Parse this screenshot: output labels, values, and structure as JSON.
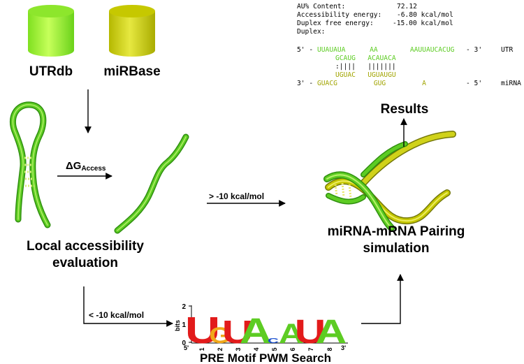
{
  "colors": {
    "green": "#5dcc23",
    "green_dark": "#2f8f0f",
    "green_light": "#b7f26a",
    "olive": "#a1a400",
    "olive_dark": "#74780a",
    "olive_light": "#e1e13e",
    "logo_red": "#e21b1b",
    "logo_orange": "#f0a81a",
    "logo_blue": "#1a4fd0"
  },
  "databases": {
    "utr": "UTRdb",
    "mirbase": "miRBase"
  },
  "steps": {
    "local_access_line1": "Local accessibility",
    "local_access_line2": "evaluation",
    "pairing_line1": "miRNA-mRNA Pairing",
    "pairing_line2": "simulation",
    "results": "Results",
    "pre_motif": "PRE Motif PWM Search"
  },
  "arrows": {
    "delta_g_main": "ΔG",
    "delta_g_sub": "Access",
    "above_threshold": "> -10 kcal/mol",
    "below_threshold": "< -10 kcal/mol"
  },
  "results_text": {
    "au_label": "AU% Content:",
    "au_value": "72.12",
    "access_label": "Accessibility energy:",
    "access_value": "-6.80 kcal/mol",
    "duplex_free_label": "Duplex free energy:",
    "duplex_free_value": "-15.00 kcal/mol",
    "duplex_label": "Duplex:",
    "utr_prefix": "5' -",
    "utr_seq": "UUAUAUA      AA        AAUUAUCACUG",
    "utr_suffix": "- 3'",
    "utr_name": "UTR",
    "utr_pair": "GCAUG   ACAUACA",
    "bonds": ":||||   |||||||",
    "mirna_pair": "UGUAC   UGUAUGU",
    "mirna_prefix": "3' -",
    "mirna_seq": "GUACG         GUG         A",
    "mirna_suffix": "- 5'",
    "mirna_name": "miRNA"
  },
  "logo": {
    "y_axis_label": "bits",
    "y_ticks": [
      "2",
      "1",
      "0"
    ],
    "left_end": "5'",
    "right_end": "3'",
    "positions": [
      "1",
      "2",
      "3",
      "4",
      "5",
      "6",
      "7",
      "8"
    ],
    "letters": [
      "U",
      "G",
      "U",
      "A",
      "C",
      "A",
      "U",
      "A"
    ]
  }
}
